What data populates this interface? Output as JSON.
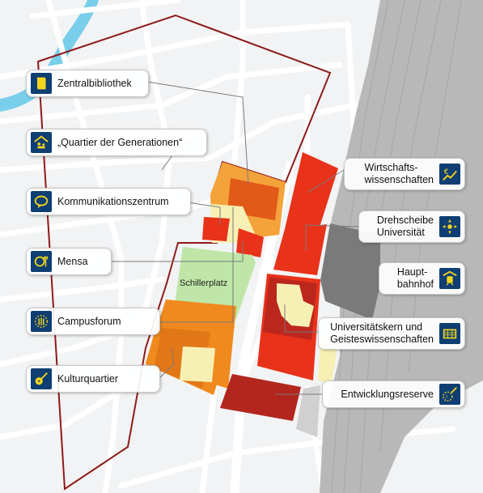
{
  "map": {
    "place_label": "Schillerplatz",
    "colors": {
      "background": "#f2f3f4",
      "street": "#ffffff",
      "river": "#59c4e8",
      "rail_area": "#b8b8b8",
      "boundary": "#8e1a1a",
      "red_zone": "#e8321a",
      "orange_zone": "#f08a1e",
      "dark_red_zone": "#b3261e",
      "cream_building": "#f7f0b4",
      "plaza_green": "#bfe6a8",
      "station_gray": "#7a7a7a",
      "icon_bg": "#0f3e72",
      "icon_fg": "#f3d51c"
    }
  },
  "labels": {
    "zentralbibliothek": {
      "text": "Zentralbibliothek",
      "icon": "book-icon"
    },
    "quartier": {
      "text": "„Quartier der Generationen“",
      "icon": "house-people-icon"
    },
    "kommunikation": {
      "text": "Kommunikationszentrum",
      "icon": "speech-bubble-icon"
    },
    "mensa": {
      "text": "Mensa",
      "icon": "plate-cutlery-icon"
    },
    "campusforum": {
      "text": "Campusforum",
      "icon": "forum-icon"
    },
    "kulturquartier": {
      "text": "Kulturquartier",
      "icon": "violin-icon"
    },
    "wirtschaft": {
      "line1": "Wirtschafts-",
      "line2": "wissenschaften",
      "icon": "euro-chart-icon"
    },
    "drehscheibe": {
      "line1": "Drehscheibe",
      "line2": "Universität",
      "icon": "compass-arrows-icon"
    },
    "hauptbahnhof": {
      "line1": "Haupt-",
      "line2": "bahnhof",
      "icon": "train-icon"
    },
    "uni_kern": {
      "line1": "Universitätskern und",
      "line2": "Geisteswissenschaften",
      "icon": "building-icon"
    },
    "entwicklung": {
      "text": "Entwicklungsreserve",
      "icon": "reserve-icon"
    }
  }
}
